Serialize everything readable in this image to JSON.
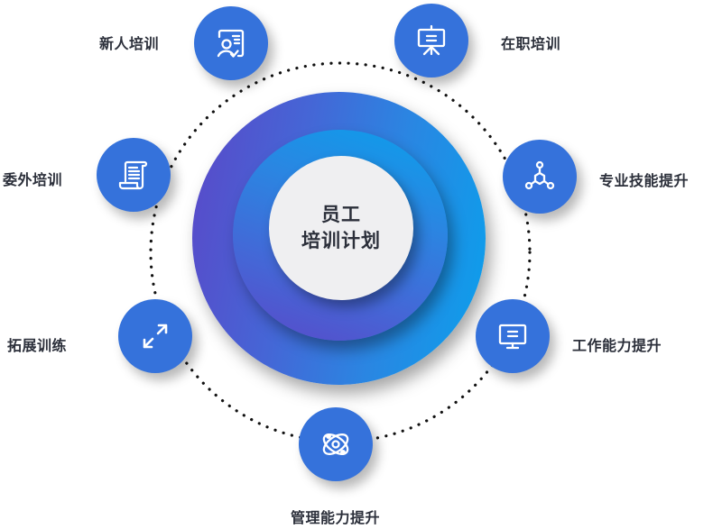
{
  "center": {
    "line1": "员工",
    "line2": "培训计划"
  },
  "colors": {
    "satellite_fill": "#3572db",
    "gradient_purple": "#5a48c8",
    "gradient_cyan": "#0aa0ec",
    "core_fill": "#efeff1",
    "text": "#2b2f3a"
  },
  "items": [
    {
      "label": "新人培训",
      "icon": "resume-person-icon"
    },
    {
      "label": "在职培训",
      "icon": "presentation-board-icon"
    },
    {
      "label": "专业技能提升",
      "icon": "molecule-network-icon"
    },
    {
      "label": "工作能力提升",
      "icon": "monitor-icon"
    },
    {
      "label": "管理能力提升",
      "icon": "atom-icon"
    },
    {
      "label": "拓展训练",
      "icon": "expand-arrows-icon"
    },
    {
      "label": "委外培训",
      "icon": "scroll-document-icon"
    }
  ]
}
